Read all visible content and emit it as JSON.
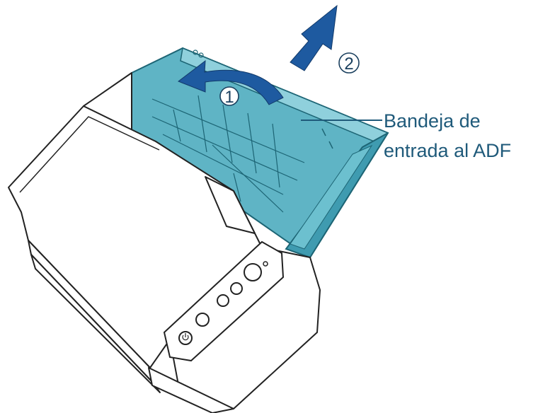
{
  "callout": {
    "line1": "Bandeja de",
    "line2": "entrada al ADF"
  },
  "steps": {
    "one": "1",
    "two": "2"
  },
  "colors": {
    "tray": "#5fb4c5",
    "tray_dark": "#2b7f93",
    "arrow": "#1e5aa0",
    "label": "#1f5a7a"
  }
}
